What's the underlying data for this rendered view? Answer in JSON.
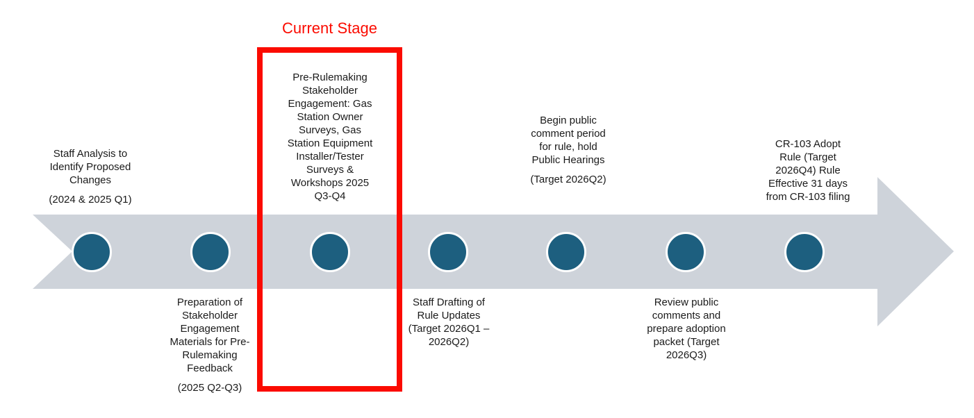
{
  "title": {
    "label": "Current Stage"
  },
  "colors": {
    "arrow_fill": "#ced3da",
    "node_fill": "#1d5f7f",
    "node_ring": "#ffffff",
    "highlight_red": "#fb0b00",
    "text_color": "#1a1a1a",
    "bg": "#ffffff"
  },
  "timeline": {
    "direction": "left-to-right",
    "node_count": 7,
    "stages": [
      {
        "name": "staff-analysis",
        "placement": "above",
        "current": false,
        "text": "Staff Analysis to\nIdentify Proposed\nChanges",
        "date": "(2024 & 2025 Q1)"
      },
      {
        "name": "prep-stakeholder-materials",
        "placement": "below",
        "current": false,
        "text": "Preparation of\nStakeholder\nEngagement\nMaterials for Pre-\nRulemaking\nFeedback",
        "date": "(2025 Q2-Q3)"
      },
      {
        "name": "pre-rulemaking-engagement",
        "placement": "above",
        "current": true,
        "text": "Pre-Rulemaking\nStakeholder\nEngagement: Gas\nStation Owner\nSurveys, Gas\nStation Equipment\nInstaller/Tester\nSurveys &\nWorkshops 2025\nQ3-Q4",
        "date": null
      },
      {
        "name": "staff-drafting",
        "placement": "below",
        "current": false,
        "text": "Staff Drafting of\nRule Updates\n(Target 2026Q1 –\n2026Q2)",
        "date": null
      },
      {
        "name": "public-comment-period",
        "placement": "above",
        "current": false,
        "text": "Begin public\ncomment period\nfor rule, hold\nPublic Hearings",
        "date": "(Target 2026Q2)"
      },
      {
        "name": "review-comments",
        "placement": "below",
        "current": false,
        "text": "Review public\ncomments and\nprepare adoption\npacket (Target\n2026Q3)",
        "date": null
      },
      {
        "name": "adopt-rule",
        "placement": "above",
        "current": false,
        "text": "CR-103 Adopt\nRule (Target\n2026Q4) Rule\nEffective 31 days\nfrom CR-103 filing",
        "date": null
      }
    ]
  }
}
